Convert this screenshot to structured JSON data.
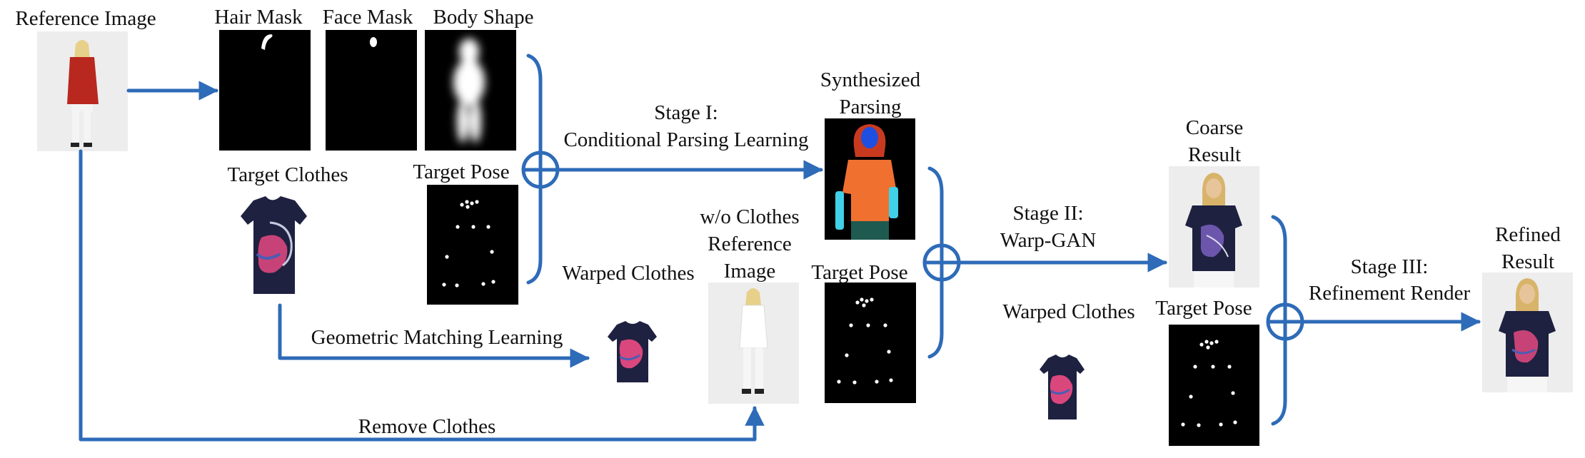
{
  "labels": {
    "reference_image": "Reference Image",
    "hair_mask": "Hair Mask",
    "face_mask": "Face Mask",
    "body_shape": "Body Shape",
    "target_clothes": "Target Clothes",
    "target_pose_1": "Target Pose",
    "stage1_line1": "Stage I:",
    "stage1_line2": "Conditional Parsing Learning",
    "synth_line1": "Synthesized",
    "synth_line2": "Parsing",
    "wo_line1": "w/o Clothes",
    "wo_line2": "Reference",
    "wo_line3": "Image",
    "warped_clothes_1": "Warped Clothes",
    "target_pose_2": "Target Pose",
    "geometric_matching": "Geometric Matching Learning",
    "remove_clothes": "Remove Clothes",
    "stage2_line1": "Stage II:",
    "stage2_line2": "Warp-GAN",
    "coarse_line1": "Coarse",
    "coarse_line2": "Result",
    "warped_clothes_2": "Warped Clothes",
    "target_pose_3": "Target Pose",
    "stage3_line1": "Stage III:",
    "stage3_line2": "Refinement Render",
    "refined_line1": "Refined",
    "refined_line2": "Result"
  },
  "colors": {
    "arrow": "#2E6BB8",
    "mask_bg": "#000000",
    "photo_bg": "#EDEDED",
    "sweater": "#B8281E",
    "shirt": "#1E2140",
    "print_pink": "#D9477D",
    "print_blue": "#4A5DB5",
    "parsing_orange": "#F07030",
    "parsing_face": "#1F4FE0",
    "parsing_hair": "#C83A20",
    "parsing_arm": "#40D0E8",
    "parsing_pants": "#1F5A50"
  },
  "icons": [
    "concat-circle-plus-icon",
    "concat-circle-plus-icon",
    "concat-circle-plus-icon"
  ]
}
